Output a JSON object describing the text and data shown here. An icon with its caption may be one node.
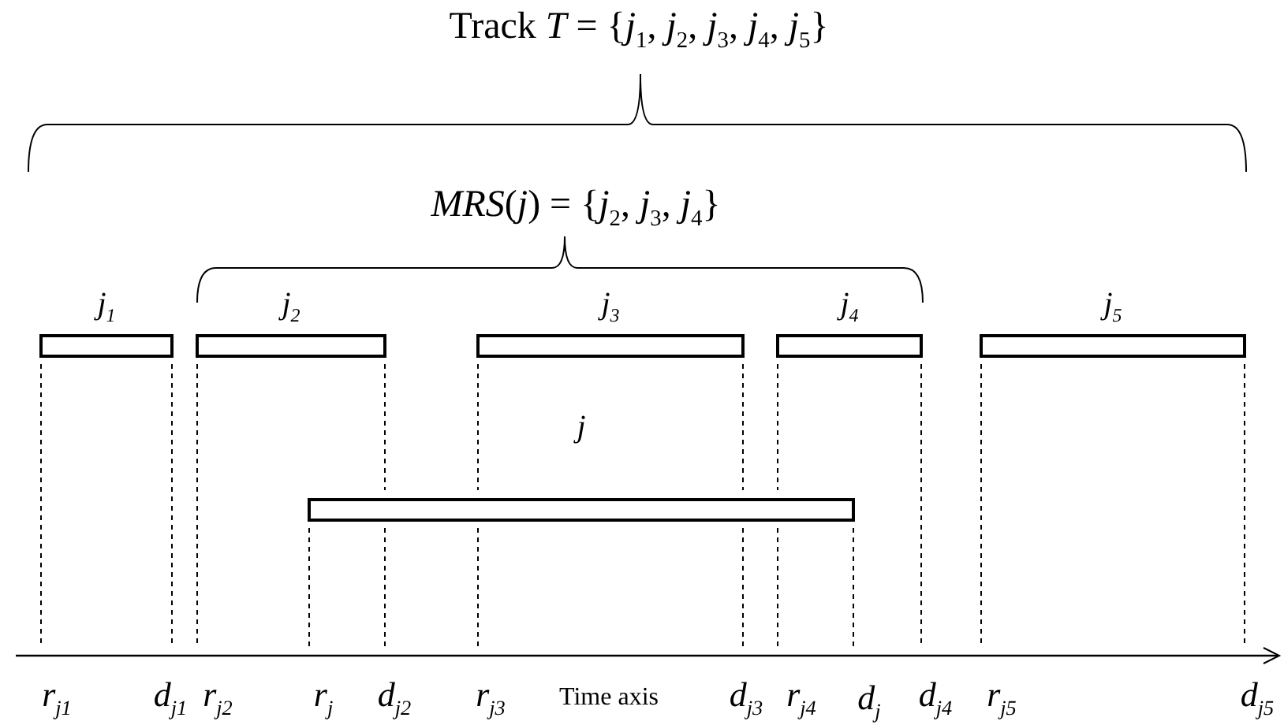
{
  "diagram": {
    "nodes": [
      {
        "text": [
          "j$_{1}$"
        ]
      },
      {
        "text": [
          "j$_{2}$"
        ]
      },
      {
        "text": [
          "j$_{3}$"
        ]
      },
      {
        "text": [
          "j$_{4}$"
        ]
      },
      {
        "text": [
          "j$_{5}$"
        ]
      },
      {
        "text": [
          "j"
        ]
      }
    ],
    "edges": [],
    "labels": [
      "Track *T* = {*j*$_{1}$, *j*$_{2}$, *j*$_{3}$, *j*$_{4}$, *j*$_{5}$}",
      "*MRS*(*j*) = {*j*$_{2}$, *j*$_{3}$, *j*$_{4}$}",
      "r$_{j1}$",
      "d$_{j1}$",
      "r$_{j2}$",
      "r$_{j}$",
      "d$_{j2}$",
      "r$_{j3}$",
      "Time axis",
      "d$_{j3}$",
      "r$_{j4}$",
      "d$_{j}$",
      "d$_{j4}$",
      "r$_{j5}$",
      "d$_{j5}$"
    ]
  }
}
